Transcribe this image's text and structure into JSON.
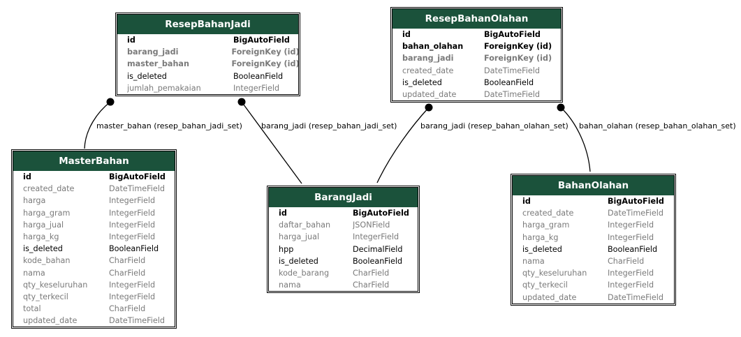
{
  "tables": {
    "resep_bahan_jadi": {
      "title": "ResepBahanJadi",
      "fields": [
        {
          "name": "id",
          "type": "BigAutoField",
          "style": "pk"
        },
        {
          "name": "barang_jadi",
          "type": "ForeignKey (id)",
          "style": "fk"
        },
        {
          "name": "master_bahan",
          "type": "ForeignKey (id)",
          "style": "fk"
        },
        {
          "name": "is_deleted",
          "type": "BooleanField",
          "style": "req"
        },
        {
          "name": "jumlah_pemakaian",
          "type": "IntegerField",
          "style": "opt"
        }
      ]
    },
    "resep_bahan_olahan": {
      "title": "ResepBahanOlahan",
      "fields": [
        {
          "name": "id",
          "type": "BigAutoField",
          "style": "pk"
        },
        {
          "name": "bahan_olahan",
          "type": "ForeignKey (id)",
          "style": "fkreq"
        },
        {
          "name": "barang_jadi",
          "type": "ForeignKey (id)",
          "style": "fk"
        },
        {
          "name": "created_date",
          "type": "DateTimeField",
          "style": "opt"
        },
        {
          "name": "is_deleted",
          "type": "BooleanField",
          "style": "req"
        },
        {
          "name": "updated_date",
          "type": "DateTimeField",
          "style": "opt"
        }
      ]
    },
    "master_bahan": {
      "title": "MasterBahan",
      "fields": [
        {
          "name": "id",
          "type": "BigAutoField",
          "style": "pk"
        },
        {
          "name": "created_date",
          "type": "DateTimeField",
          "style": "opt"
        },
        {
          "name": "harga",
          "type": "IntegerField",
          "style": "opt"
        },
        {
          "name": "harga_gram",
          "type": "IntegerField",
          "style": "opt"
        },
        {
          "name": "harga_jual",
          "type": "IntegerField",
          "style": "opt"
        },
        {
          "name": "harga_kg",
          "type": "IntegerField",
          "style": "opt"
        },
        {
          "name": "is_deleted",
          "type": "BooleanField",
          "style": "req"
        },
        {
          "name": "kode_bahan",
          "type": "CharField",
          "style": "opt"
        },
        {
          "name": "nama",
          "type": "CharField",
          "style": "opt"
        },
        {
          "name": "qty_keseluruhan",
          "type": "IntegerField",
          "style": "opt"
        },
        {
          "name": "qty_terkecil",
          "type": "IntegerField",
          "style": "opt"
        },
        {
          "name": "total",
          "type": "CharField",
          "style": "opt"
        },
        {
          "name": "updated_date",
          "type": "DateTimeField",
          "style": "opt"
        }
      ]
    },
    "barang_jadi": {
      "title": "BarangJadi",
      "fields": [
        {
          "name": "id",
          "type": "BigAutoField",
          "style": "pk"
        },
        {
          "name": "daftar_bahan",
          "type": "JSONField",
          "style": "opt"
        },
        {
          "name": "harga_jual",
          "type": "IntegerField",
          "style": "opt"
        },
        {
          "name": "hpp",
          "type": "DecimalField",
          "style": "req"
        },
        {
          "name": "is_deleted",
          "type": "BooleanField",
          "style": "req"
        },
        {
          "name": "kode_barang",
          "type": "CharField",
          "style": "opt"
        },
        {
          "name": "nama",
          "type": "CharField",
          "style": "opt"
        }
      ]
    },
    "bahan_olahan": {
      "title": "BahanOlahan",
      "fields": [
        {
          "name": "id",
          "type": "BigAutoField",
          "style": "pk"
        },
        {
          "name": "created_date",
          "type": "DateTimeField",
          "style": "opt"
        },
        {
          "name": "harga_gram",
          "type": "IntegerField",
          "style": "opt"
        },
        {
          "name": "harga_kg",
          "type": "IntegerField",
          "style": "opt"
        },
        {
          "name": "is_deleted",
          "type": "BooleanField",
          "style": "req"
        },
        {
          "name": "nama",
          "type": "CharField",
          "style": "opt"
        },
        {
          "name": "qty_keseluruhan",
          "type": "IntegerField",
          "style": "opt"
        },
        {
          "name": "qty_terkecil",
          "type": "IntegerField",
          "style": "opt"
        },
        {
          "name": "updated_date",
          "type": "DateTimeField",
          "style": "opt"
        }
      ]
    }
  },
  "relations": [
    {
      "label": "master_bahan (resep_bahan_jadi_set)"
    },
    {
      "label": "barang_jadi (resep_bahan_jadi_set)"
    },
    {
      "label": "barang_jadi (resep_bahan_olahan_set)"
    },
    {
      "label": "bahan_olahan (resep_bahan_olahan_set)"
    }
  ],
  "colors": {
    "header_bg": "#1b523b",
    "header_text": "#ffffff",
    "muted_text": "#7a7a7a"
  }
}
